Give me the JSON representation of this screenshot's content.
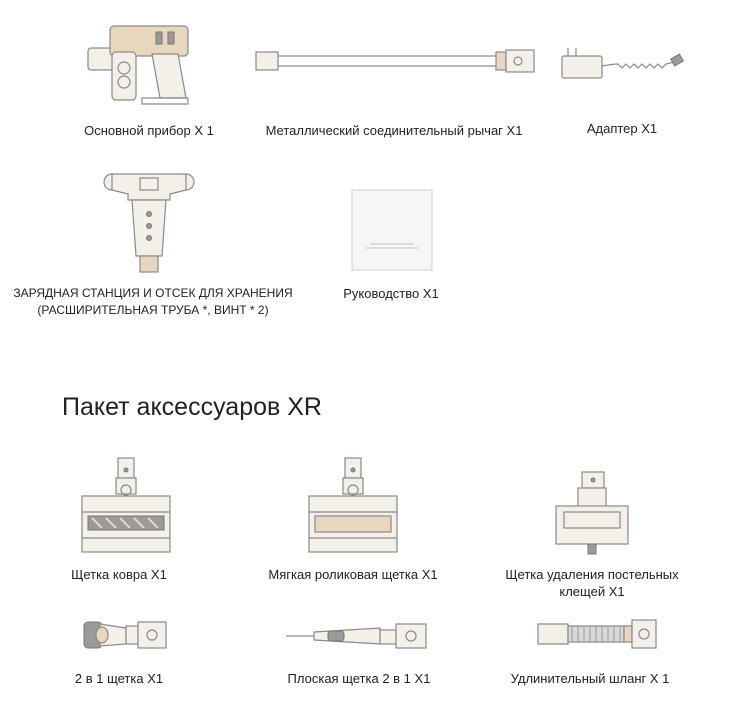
{
  "contents": {
    "main_unit": "Основной прибор X 1",
    "metal_rod": "Металлический соединительный рычаг X1",
    "adapter": "Адаптер X1",
    "charging_station_line1": "ЗАРЯДНАЯ СТАНЦИЯ И ОТСЕК ДЛЯ ХРАНЕНИЯ",
    "charging_station_line2": "(РАСШИРИТЕЛЬНАЯ ТРУБА *, ВИНТ * 2)",
    "manual": "Руководство X1"
  },
  "accessories": {
    "title": "Пакет аксессуаров XR",
    "carpet_brush": "Щетка ковра X1",
    "soft_roller_brush": "Мягкая роликовая щетка X1",
    "mite_brush_line1": "Щетка удаления постельных",
    "mite_brush_line2": "клещей X1",
    "two_in_one_brush": "2 в 1 щетка X1",
    "flat_brush": "Плоская щетка 2 в 1 X1",
    "extension_hose": "Удлинительный шланг X 1"
  }
}
